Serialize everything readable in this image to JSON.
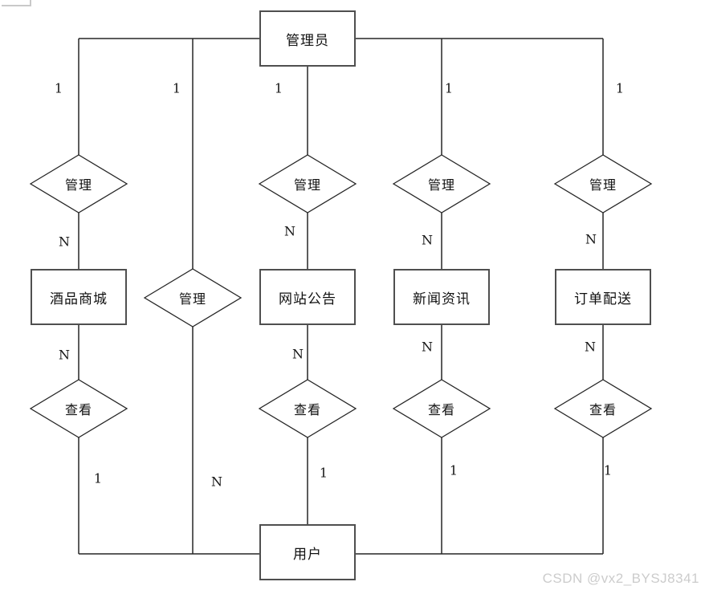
{
  "admin": {
    "label": "管理员"
  },
  "user": {
    "label": "用户"
  },
  "columns": [
    {
      "manage": "管理",
      "entity": "酒品商城",
      "view": "查看",
      "card_top": "1",
      "card_above_entity": "N",
      "card_below_entity": "N",
      "card_bottom": "1"
    },
    {
      "manage": "管理",
      "card_top": "1",
      "card_bottom": "N"
    },
    {
      "manage": "管理",
      "entity": "网站公告",
      "view": "查看",
      "card_top": "1",
      "card_above_entity": "N",
      "card_below_entity": "N",
      "card_bottom": "1"
    },
    {
      "manage": "管理",
      "entity": "新闻资讯",
      "view": "查看",
      "card_top": "1",
      "card_above_entity": "N",
      "card_below_entity": "N",
      "card_bottom": "1"
    },
    {
      "manage": "管理",
      "entity": "订单配送",
      "view": "查看",
      "card_top": "1",
      "card_above_entity": "N",
      "card_below_entity": "N",
      "card_bottom": "1"
    }
  ],
  "watermark": "CSDN @vx2_BYSJ8341",
  "colors": {
    "line": "#262626",
    "box_border": "#4f4f4f",
    "watermark": "#cccccc",
    "background": "#ffffff"
  }
}
